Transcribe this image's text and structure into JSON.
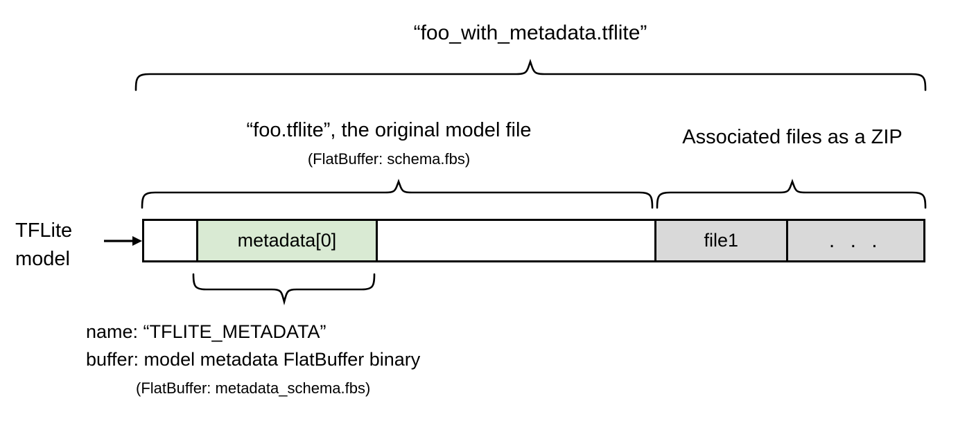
{
  "diagram": {
    "title": "“foo_with_metadata.tflite”",
    "left_label": {
      "line1": "TFLite",
      "line2": "model"
    },
    "arrow_icon": "right-arrow-icon",
    "sections": [
      {
        "heading": "“foo.tflite”, the original model file",
        "subheading": "(FlatBuffer: schema.fbs)"
      },
      {
        "heading": "Associated files as a ZIP",
        "subheading": ""
      }
    ],
    "bar_segments": [
      {
        "label": "",
        "fill": "#ffffff",
        "name": "segment-padding"
      },
      {
        "label": "metadata[0]",
        "fill": "#d9ead3",
        "name": "segment-metadata-0"
      },
      {
        "label": "",
        "fill": "#ffffff",
        "name": "segment-model-body"
      },
      {
        "label": "file1",
        "fill": "#d9d9d9",
        "name": "segment-file1"
      },
      {
        "label": ". . .",
        "fill": "#d9d9d9",
        "name": "segment-more-files"
      }
    ],
    "metadata_note": {
      "line1": "name: “TFLITE_METADATA”",
      "line2": "buffer: model metadata FlatBuffer binary",
      "line3": "(FlatBuffer: metadata_schema.fbs)"
    },
    "colors": {
      "metadata_fill": "#d9ead3",
      "zip_fill": "#d9d9d9",
      "stroke": "#000000",
      "background": "#ffffff"
    }
  }
}
